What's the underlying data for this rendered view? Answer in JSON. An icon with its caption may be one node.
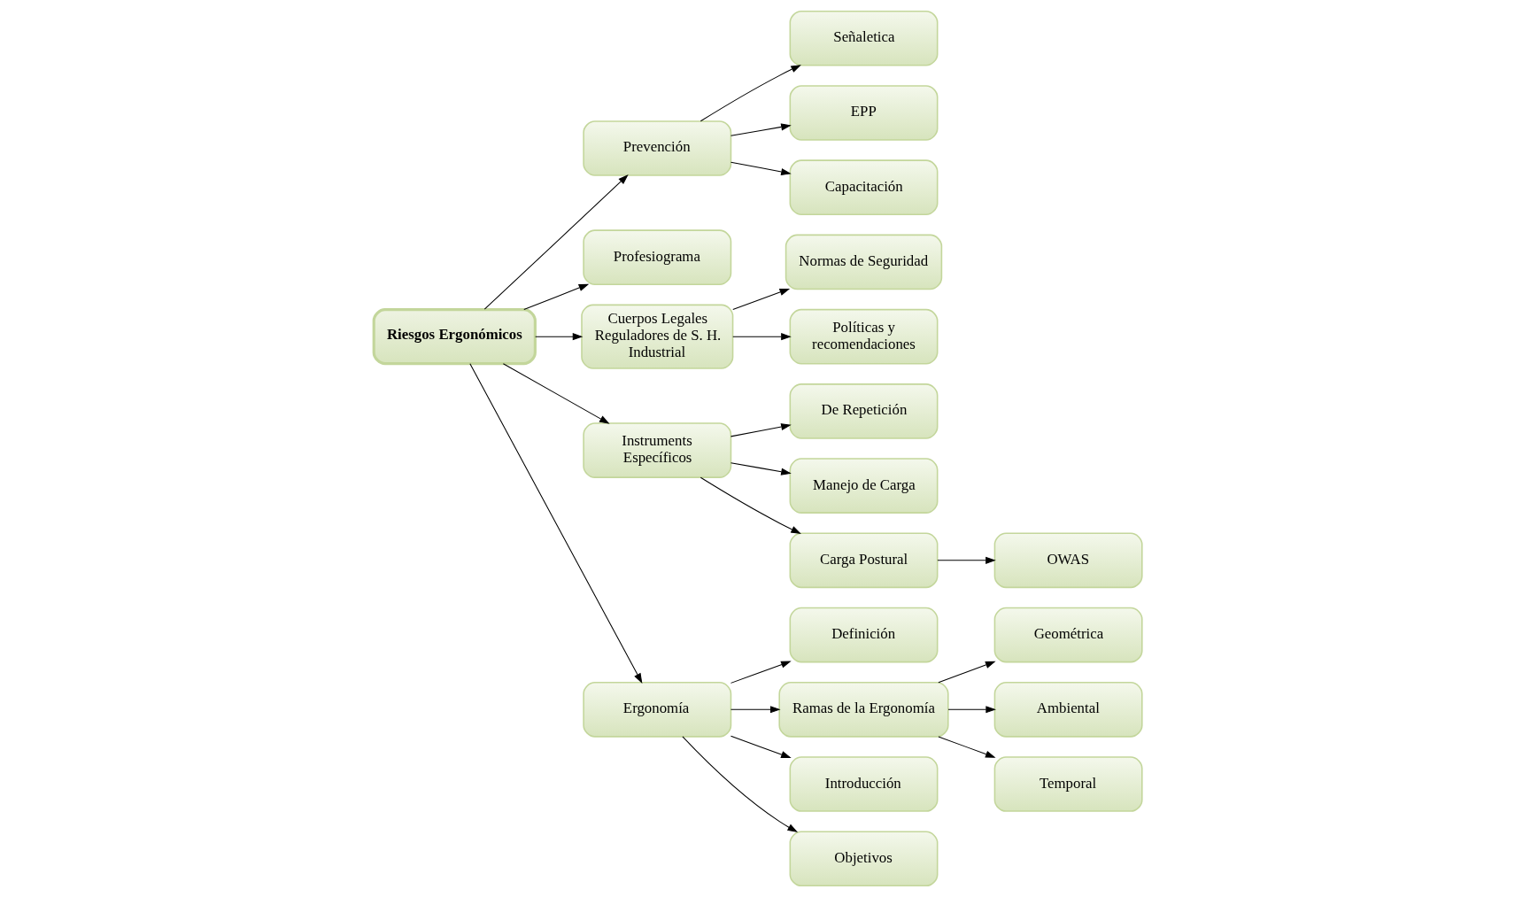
{
  "diagram": {
    "nodes": [
      {
        "text": [
          "Riesgos Ergonómicos"
        ]
      },
      {
        "text": [
          "Prevención"
        ]
      },
      {
        "text": [
          "Profesiograma"
        ]
      },
      {
        "text": [
          "Señaletica"
        ]
      },
      {
        "text": [
          "EPP"
        ]
      },
      {
        "text": [
          "Capacitación"
        ]
      },
      {
        "text": [
          "Cuerpos Legales Reguladores de S. H. Industrial"
        ]
      },
      {
        "text": [
          "Instruments Específicos"
        ]
      },
      {
        "text": [
          "Ergonomía"
        ]
      },
      {
        "text": [
          "Normas de Seguridad"
        ]
      },
      {
        "text": [
          "Políticas y recomendaciones"
        ]
      },
      {
        "text": [
          "De Repetición"
        ]
      },
      {
        "text": [
          "Manejo de Carga"
        ]
      },
      {
        "text": [
          "Carga Postural"
        ]
      },
      {
        "text": [
          "OWAS"
        ]
      },
      {
        "text": [
          "Definición"
        ]
      },
      {
        "text": [
          "Ramas de la Ergonomía"
        ]
      },
      {
        "text": [
          "Introducción"
        ]
      },
      {
        "text": [
          "Objetivos"
        ]
      },
      {
        "text": [
          "Geométrica"
        ]
      },
      {
        "text": [
          "Ambiental"
        ]
      },
      {
        "text": [
          "Temporal"
        ]
      }
    ],
    "edges": [
      {
        "from": 0,
        "to": 1,
        "arrow": "to"
      },
      {
        "from": 0,
        "to": 2,
        "arrow": "to"
      },
      {
        "from": 1,
        "to": 3,
        "arrow": "to"
      },
      {
        "from": 1,
        "to": 4,
        "arrow": "to"
      },
      {
        "from": 1,
        "to": 5,
        "arrow": "to"
      },
      {
        "from": 0,
        "to": 6,
        "arrow": "to"
      },
      {
        "from": 0,
        "to": 7,
        "arrow": "to"
      },
      {
        "from": 0,
        "to": 8,
        "arrow": "to"
      },
      {
        "from": 6,
        "to": 9,
        "arrow": "to"
      },
      {
        "from": 6,
        "to": 10,
        "arrow": "to"
      },
      {
        "from": 7,
        "to": 11,
        "arrow": "to"
      },
      {
        "from": 7,
        "to": 12,
        "arrow": "to"
      },
      {
        "from": 7,
        "to": 13,
        "arrow": "to"
      },
      {
        "from": 13,
        "to": 14,
        "arrow": "to"
      },
      {
        "from": 8,
        "to": 15,
        "arrow": "to"
      },
      {
        "from": 8,
        "to": 16,
        "arrow": "to"
      },
      {
        "from": 8,
        "to": 17,
        "arrow": "to"
      },
      {
        "from": 8,
        "to": 18,
        "arrow": "to"
      },
      {
        "from": 16,
        "to": 19,
        "arrow": "to"
      },
      {
        "from": 16,
        "to": 20,
        "arrow": "to"
      },
      {
        "from": 16,
        "to": 21,
        "arrow": "to"
      }
    ]
  }
}
